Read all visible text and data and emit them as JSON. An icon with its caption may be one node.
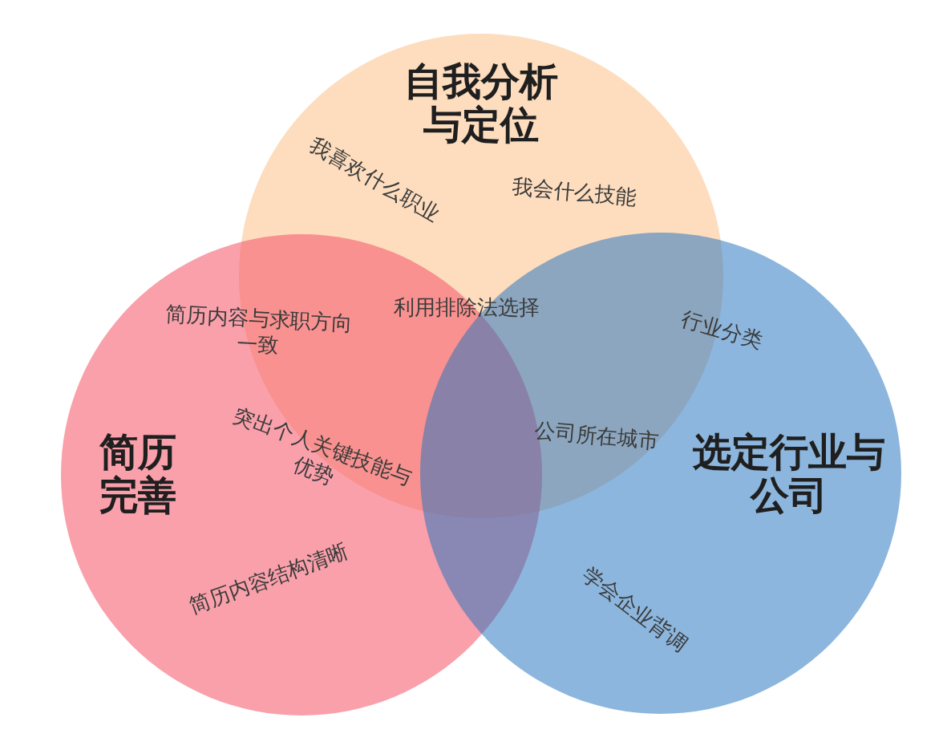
{
  "diagram": {
    "nodes": [
      {
        "text": [
          "自我分析与定位"
        ]
      },
      {
        "text": [
          "简历完善"
        ]
      },
      {
        "text": [
          "选定行业与公司"
        ]
      }
    ],
    "labels": [
      "我喜欢什么职业",
      "我会什么技能",
      "利用排除法选择",
      "简历内容与求职方向一致",
      "行业分类",
      "公司所在城市",
      "突出个人关键技能与优势",
      "简历内容结构清晰",
      "学会企业背调"
    ]
  }
}
